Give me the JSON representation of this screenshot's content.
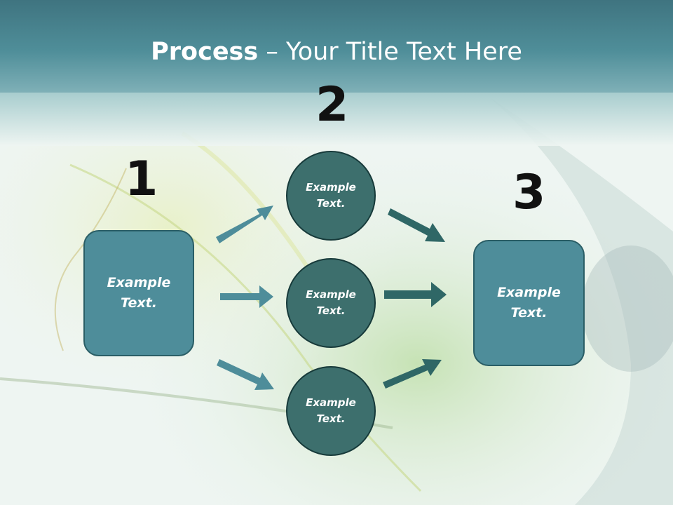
{
  "slide": {
    "title_bold": "Process",
    "title_rest": " – Your Title Text Here"
  },
  "steps": {
    "step1_number": "1",
    "step2_number": "2",
    "step3_number": "3"
  },
  "start_box": {
    "text": "Example Text."
  },
  "middle_circles": [
    {
      "text": "Example Text."
    },
    {
      "text": "Example Text."
    },
    {
      "text": "Example Text."
    }
  ],
  "end_box": {
    "text": "Example Text."
  },
  "colors": {
    "header_teal": "#4a8793",
    "box_fill": "#4e8d9a",
    "circle_fill": "#3d6f6d",
    "arrow_left": "#4e8d9a",
    "arrow_right": "#2f6766"
  }
}
